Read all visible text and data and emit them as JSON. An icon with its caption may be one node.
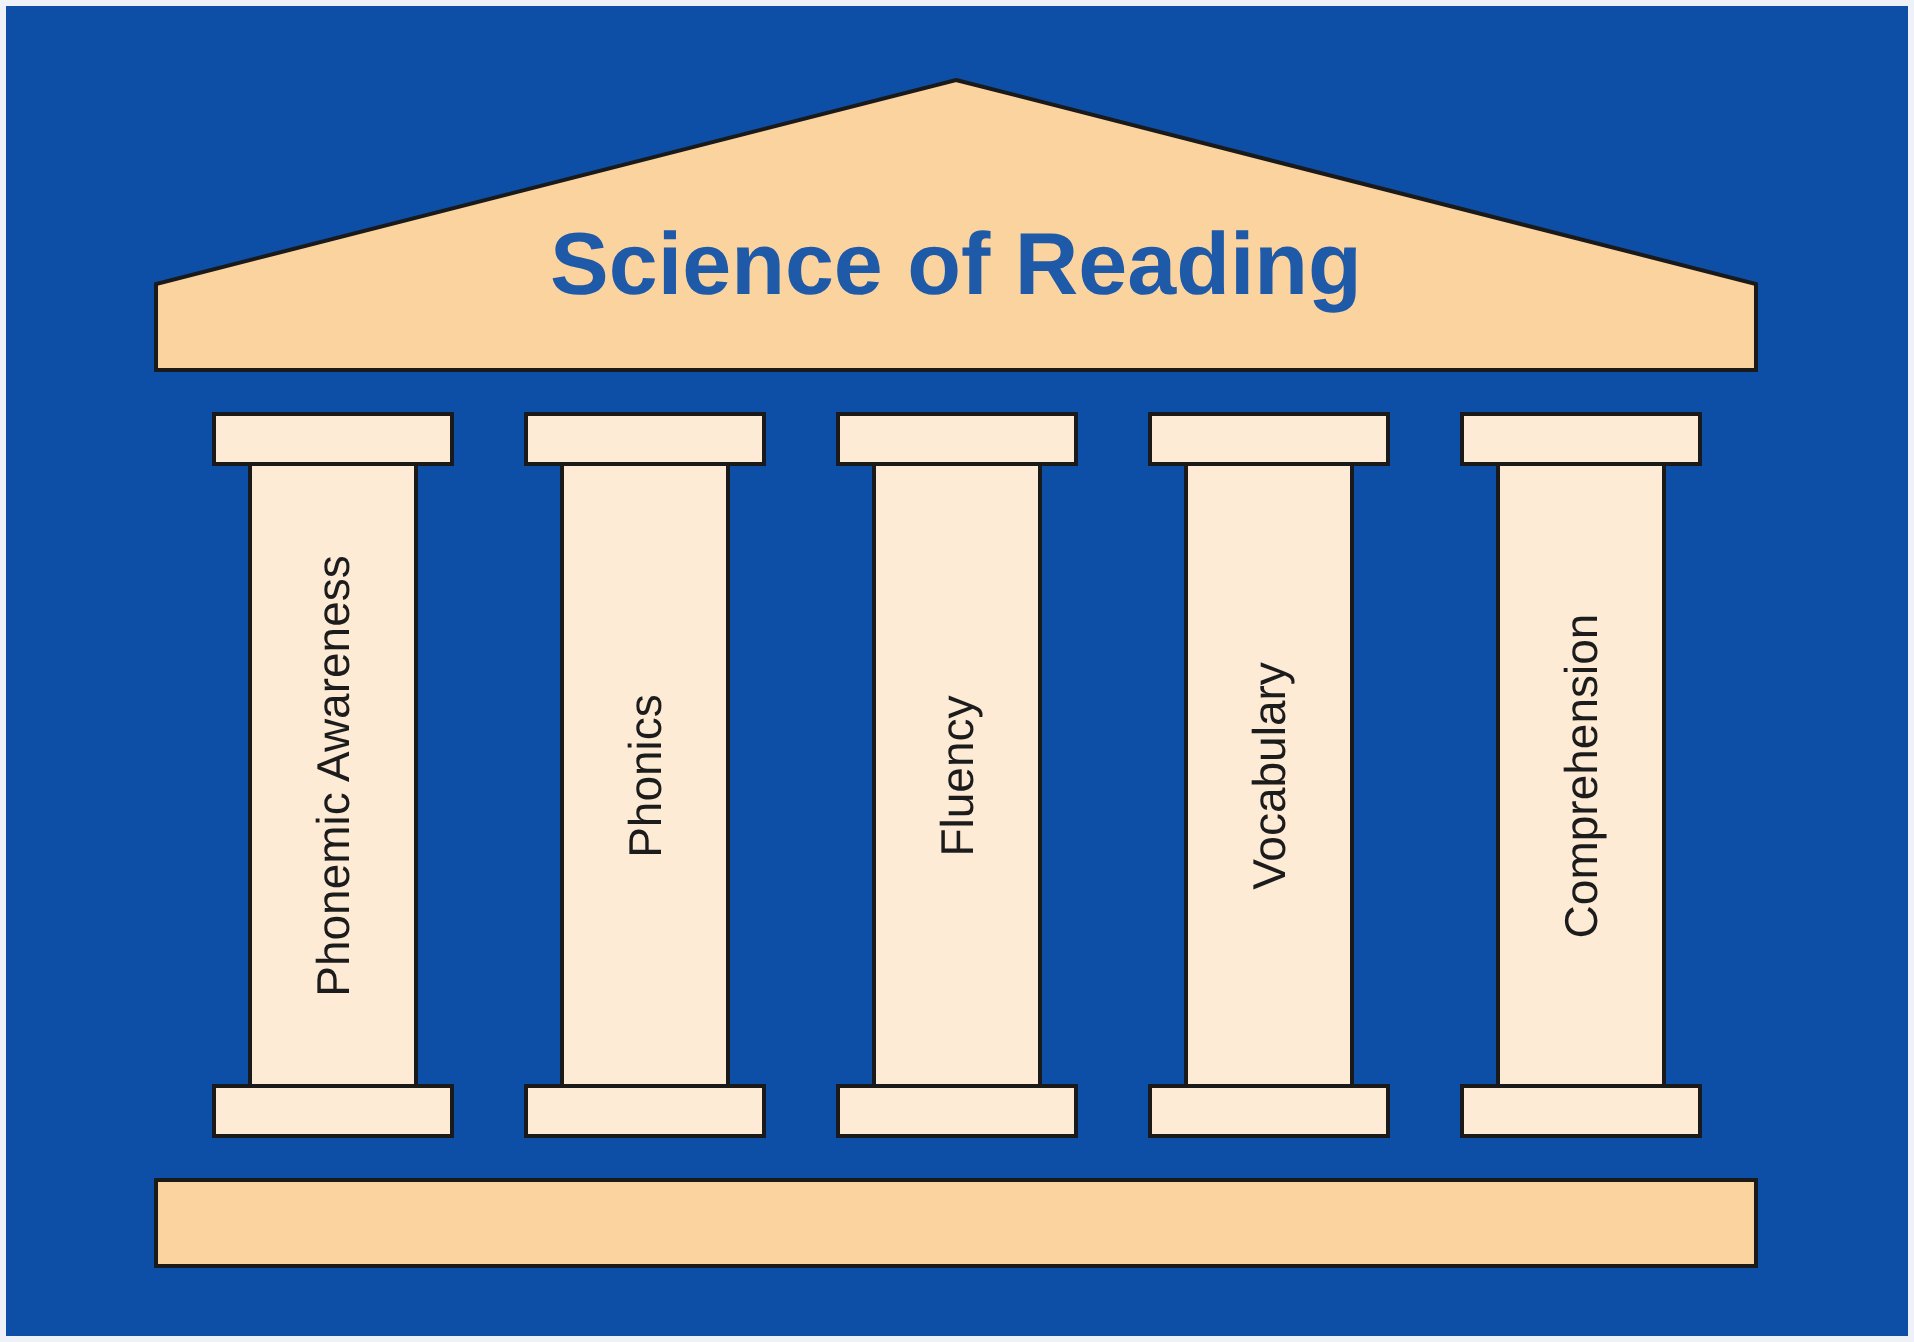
{
  "diagram": {
    "nodes": [
      {
        "text": [
          "Science of Reading"
        ]
      },
      {
        "text": [
          "Phonemic Awareness"
        ]
      },
      {
        "text": [
          "Phonics"
        ]
      },
      {
        "text": [
          "Fluency"
        ]
      },
      {
        "text": [
          "Vocabulary"
        ]
      },
      {
        "text": [
          "Comprehension"
        ]
      },
      {
        "text": [],
        "shape": "bar"
      }
    ]
  }
}
